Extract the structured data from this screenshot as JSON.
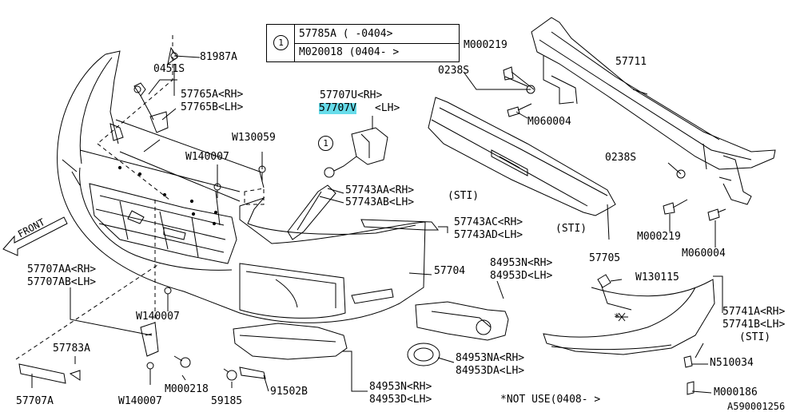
{
  "legend": {
    "marker": "1",
    "row1": "57785A (    -0404>",
    "row2": "M020018 (0404-    >"
  },
  "labels": {
    "p81987A": "81987A",
    "p0451S": "0451S",
    "p57765A": "57765A<RH>",
    "p57765B": "57765B<LH>",
    "p57707U": "57707U<RH>",
    "p57707V": "57707V",
    "p57707V_side": "<LH>",
    "pW130059": "W130059",
    "pW140007_top": "W140007",
    "marker_mid": "1",
    "p57743AA": "57743AA<RH>",
    "p57743AB": "57743AB<LH>",
    "sti1": "(STI)",
    "p57743AC": "57743AC<RH>",
    "p57743AD": "57743AD<LH>",
    "sti2": "(STI)",
    "pM000219_top": "M000219",
    "p0238S_top": "0238S",
    "p57711": "57711",
    "pM060004_top": "M060004",
    "p0238S_right": "0238S",
    "pM000219_bot": "M000219",
    "pM060004_bot": "M060004",
    "p57705": "57705",
    "p57704": "57704",
    "p84953N": "84953N<RH>",
    "p84953D": "84953D<LH>",
    "pW130115": "W130115",
    "p57741A": "57741A<RH>",
    "p57741B": "57741B<LH>",
    "sti3": "(STI)",
    "front": "FRONT",
    "p57707AA": "57707AA<RH>",
    "p57707AB": "57707AB<LH>",
    "pW140007_mid": "W140007",
    "p57783A": "57783A",
    "p57707A": "57707A",
    "pW140007_bot": "W140007",
    "pM000218": "M000218",
    "p59185": "59185",
    "p91502B": "91502B",
    "p84953N_b": "84953N<RH>",
    "p84953D_b": "84953D<LH>",
    "p84953NA": "84953NA<RH>",
    "p84953DA": "84953DA<LH>",
    "pN510034": "N510034",
    "pM000186": "M000186",
    "not_use": "*NOT USE(0408-    >",
    "figure_code": "A590001256",
    "star": "*"
  },
  "colors": {
    "highlight": "#67dcea",
    "line": "#000000"
  }
}
